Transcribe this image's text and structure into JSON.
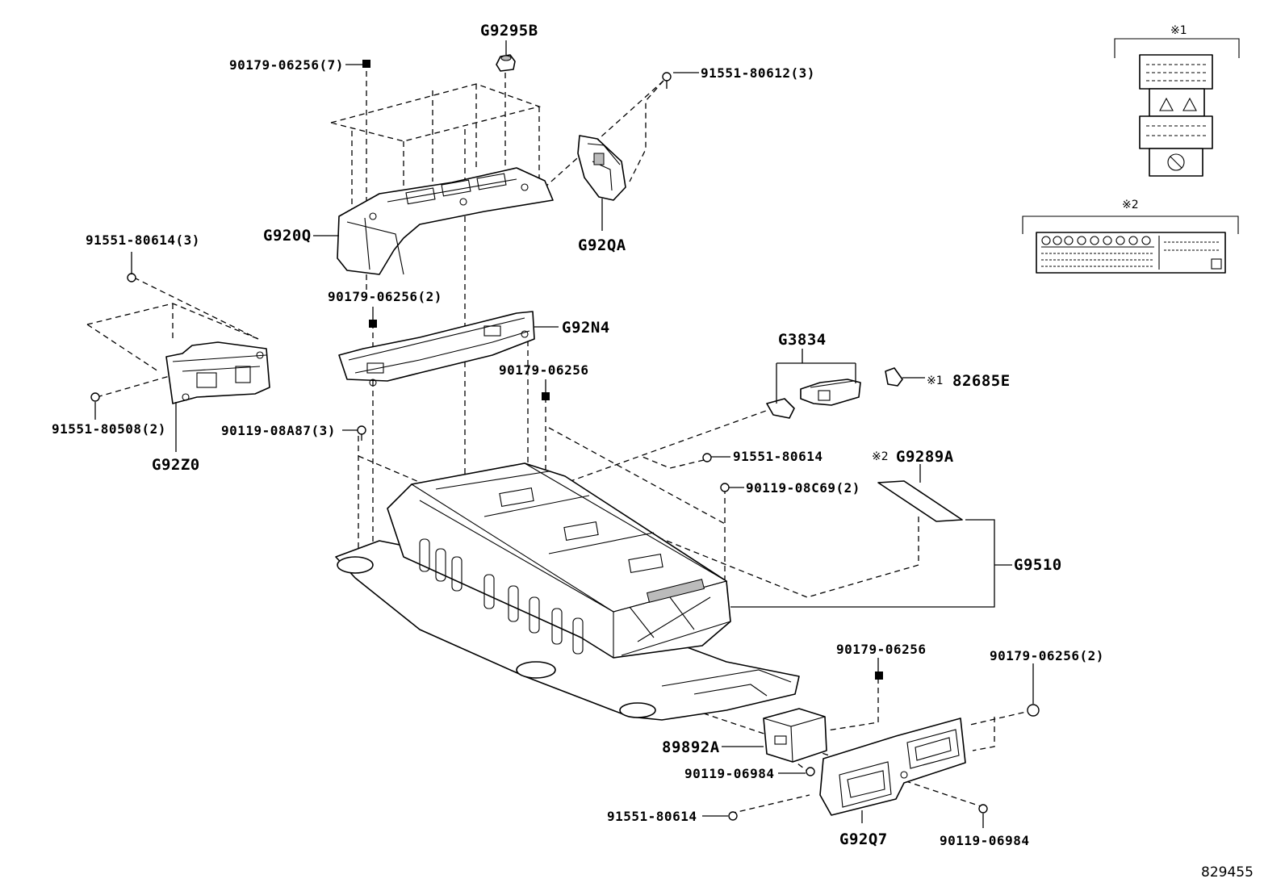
{
  "diagram_id": "829455",
  "notes": {
    "mark1": "※1",
    "mark2": "※2"
  },
  "inset1": {
    "mark": "※1"
  },
  "inset2": {
    "mark": "※2"
  },
  "labels": {
    "g9295b": "G9295B",
    "f_90179_06256_7": "90179-06256(7)",
    "f_91551_80612_3": "91551-80612(3)",
    "g920q": "G920Q",
    "g92qa": "G92QA",
    "f_91551_80614_3": "91551-80614(3)",
    "f_90179_06256_2_top": "90179-06256(2)",
    "g92n4": "G92N4",
    "g3834": "G3834",
    "p82685e": "82685E",
    "f_90179_06256_mid": "90179-06256",
    "f_91551_80508_2": "91551-80508(2)",
    "g92z0": "G92Z0",
    "f_90119_08a87_3": "90119-08A87(3)",
    "f_91551_80614_mid": "91551-80614",
    "g9289a": "G9289A",
    "f_90119_08c69_2": "90119-08C69(2)",
    "g9510": "G9510",
    "f_90179_06256_low": "90179-06256",
    "f_90179_06256_2_low": "90179-06256(2)",
    "p89892a": "89892A",
    "f_90119_06984_a": "90119-06984",
    "f_91551_80614_low": "91551-80614",
    "g92q7": "G92Q7",
    "f_90119_06984_b": "90119-06984"
  }
}
